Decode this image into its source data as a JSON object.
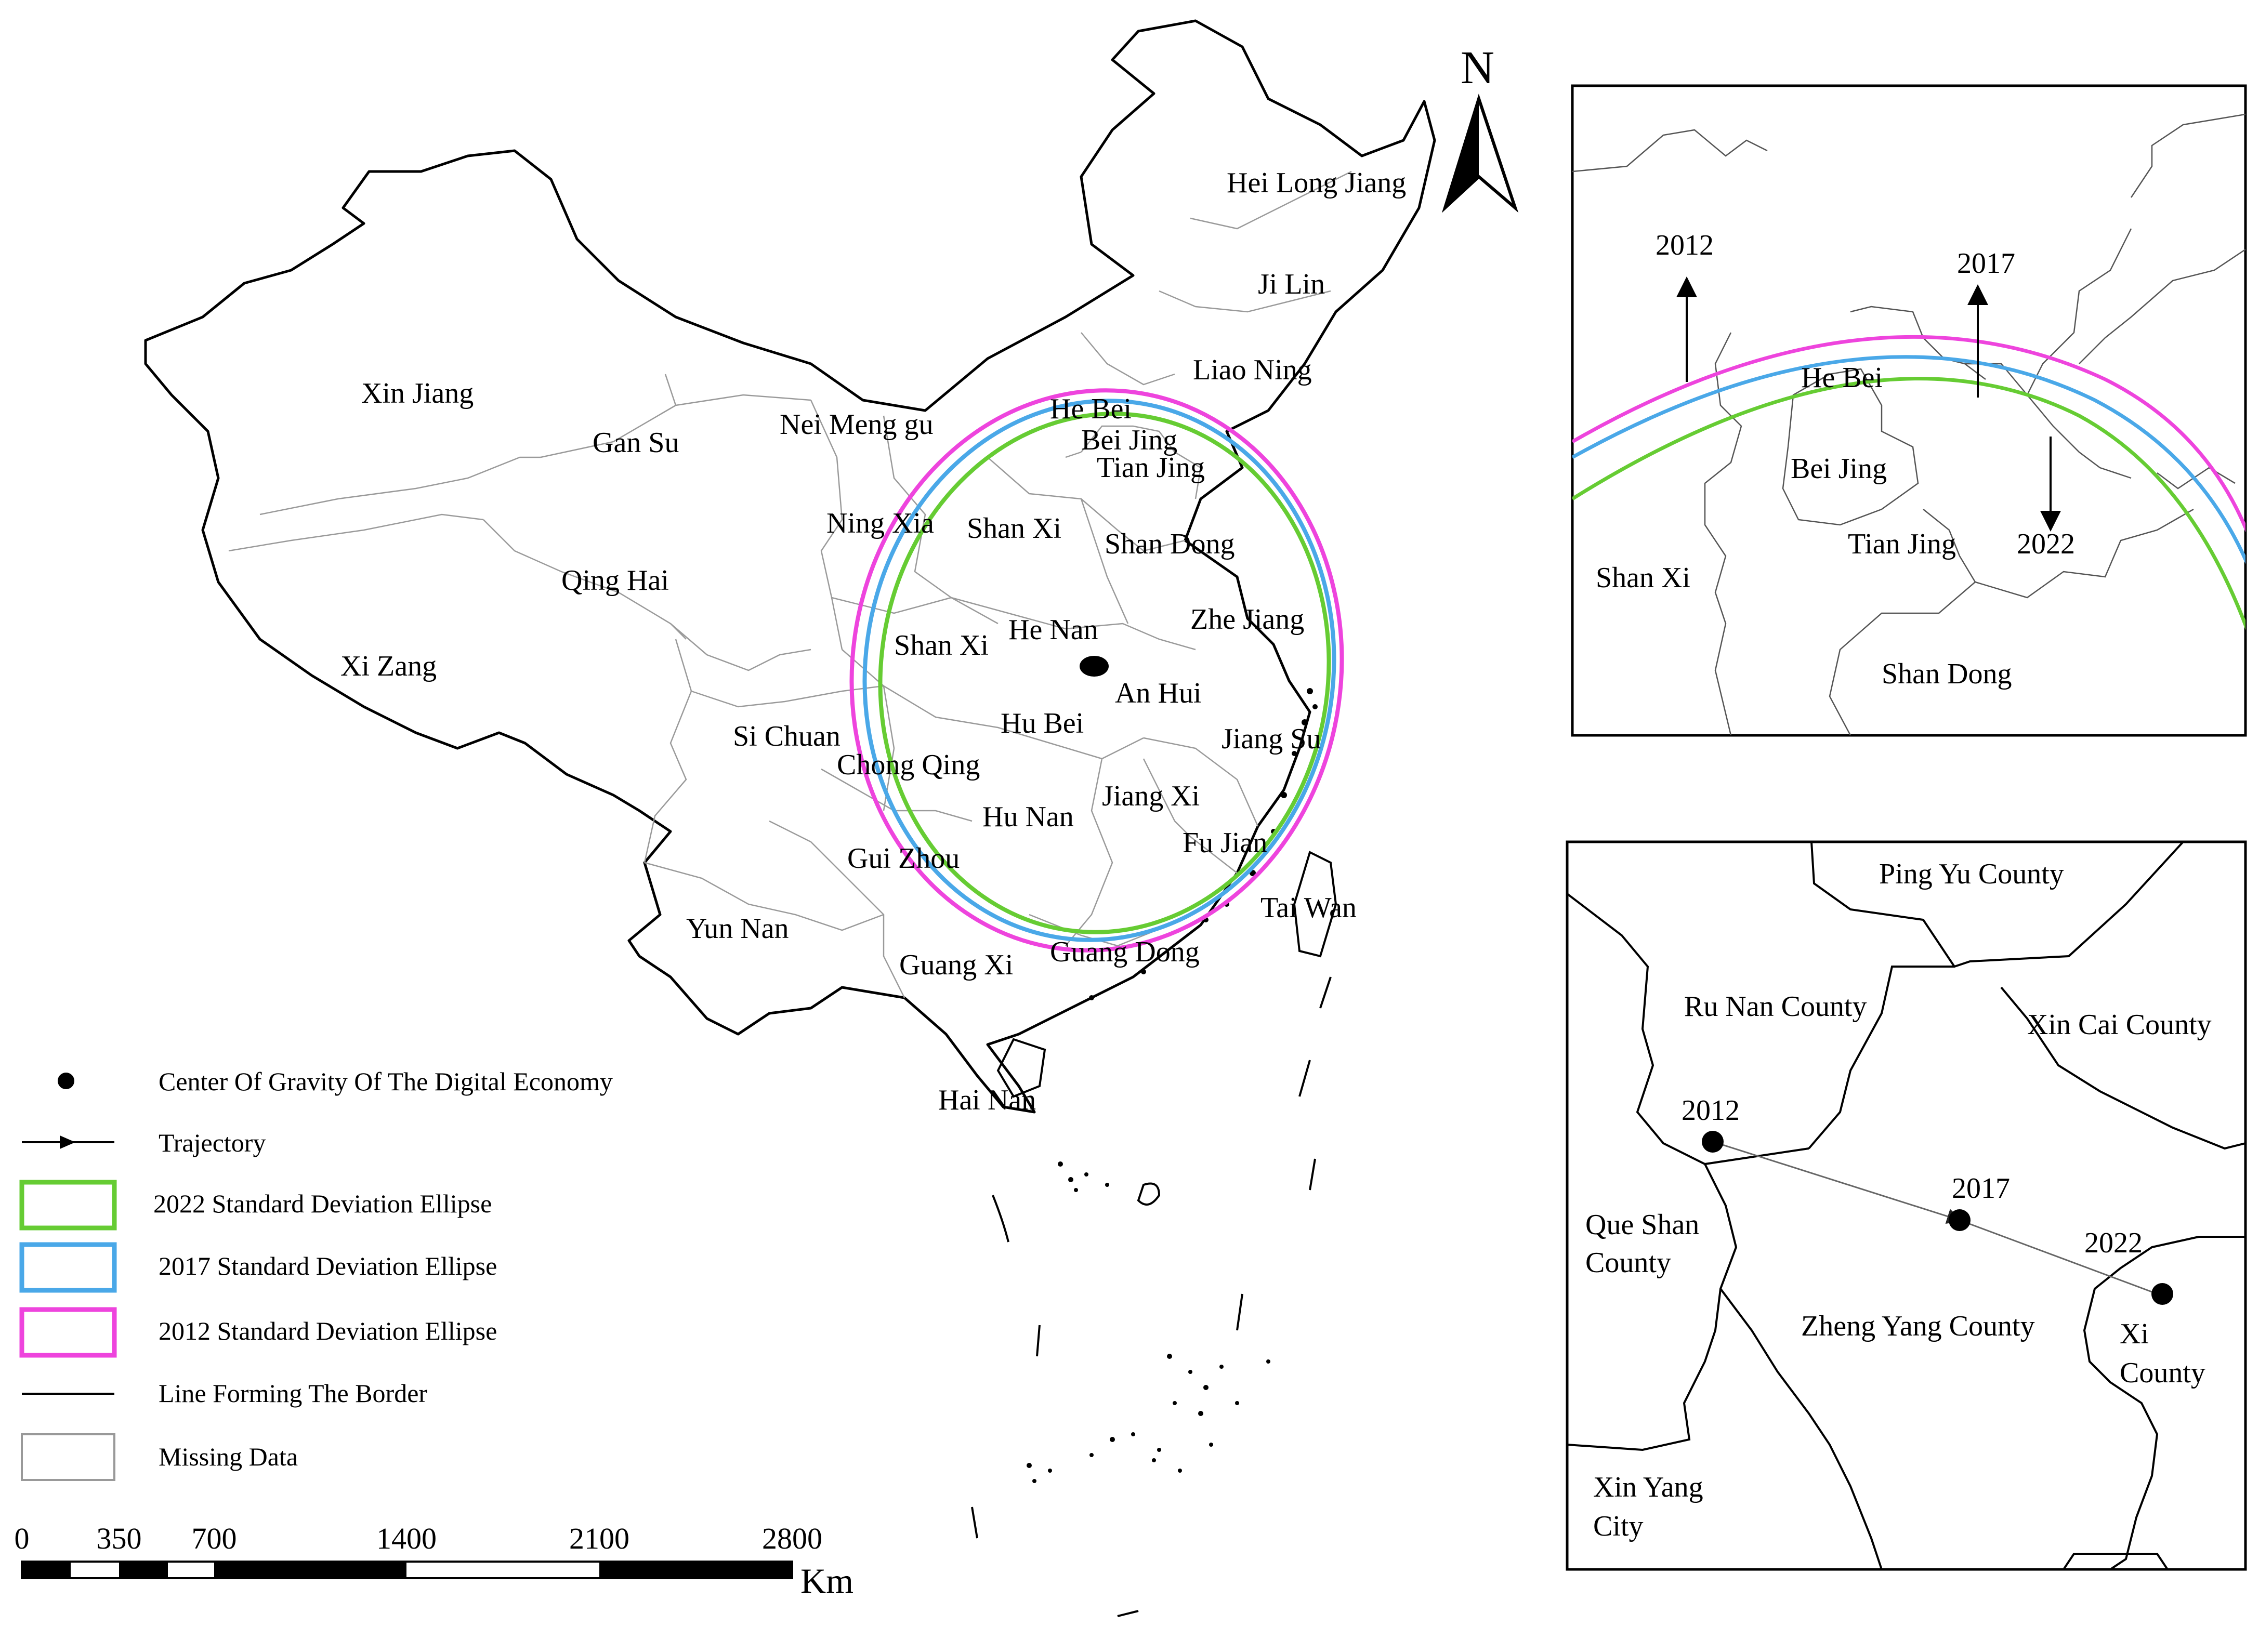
{
  "north_arrow": {
    "letter": "N"
  },
  "provinces": [
    {
      "key": "heilongjiang",
      "name": "Hei Long Jiang"
    },
    {
      "key": "jilin",
      "name": "Ji Lin"
    },
    {
      "key": "liaoning",
      "name": "Liao Ning"
    },
    {
      "key": "xinjiang",
      "name": "Xin Jiang"
    },
    {
      "key": "neimenggu",
      "name": "Nei Meng gu"
    },
    {
      "key": "hebei",
      "name": "He Bei"
    },
    {
      "key": "beijing",
      "name": "Bei Jing"
    },
    {
      "key": "tianjing",
      "name": "Tian Jing"
    },
    {
      "key": "gansu",
      "name": "Gan Su"
    },
    {
      "key": "ningxia",
      "name": "Ning Xia"
    },
    {
      "key": "shanxi_n",
      "name": "Shan Xi"
    },
    {
      "key": "shandong",
      "name": "Shan Dong"
    },
    {
      "key": "qinghai",
      "name": "Qing Hai"
    },
    {
      "key": "henan",
      "name": "He Nan"
    },
    {
      "key": "shanxi_s",
      "name": "Shan Xi"
    },
    {
      "key": "zhejiang",
      "name": "Zhe Jiang"
    },
    {
      "key": "xizang",
      "name": "Xi Zang"
    },
    {
      "key": "anhui",
      "name": "An Hui"
    },
    {
      "key": "hubei",
      "name": "Hu Bei"
    },
    {
      "key": "sichuan",
      "name": "Si Chuan"
    },
    {
      "key": "jiangsu",
      "name": "Jiang Su"
    },
    {
      "key": "chongqing",
      "name": "Chong Qing"
    },
    {
      "key": "jiangxi",
      "name": "Jiang Xi"
    },
    {
      "key": "hunan",
      "name": "Hu Nan"
    },
    {
      "key": "fujian",
      "name": "Fu Jian"
    },
    {
      "key": "guizhou",
      "name": "Gui Zhou"
    },
    {
      "key": "taiwan",
      "name": "Tai Wan"
    },
    {
      "key": "yunnan",
      "name": "Yun Nan"
    },
    {
      "key": "guangxi",
      "name": "Guang Xi"
    },
    {
      "key": "guangdong",
      "name": "Guang Dong"
    },
    {
      "key": "hainan",
      "name": "Hai Nan"
    }
  ],
  "legend": [
    {
      "key": "gravity",
      "label": "Center Of Gravity Of The Digital Economy"
    },
    {
      "key": "trajectory",
      "label": "Trajectory"
    },
    {
      "key": "ellipse2022",
      "label": "2022 Standard Deviation Ellipse",
      "color": "#66cc33"
    },
    {
      "key": "ellipse2017",
      "label": "2017 Standard Deviation Ellipse",
      "color": "#4aa8e8"
    },
    {
      "key": "ellipse2012",
      "label": "2012 Standard Deviation Ellipse",
      "color": "#ee44dd"
    },
    {
      "key": "border",
      "label": "Line Forming The Border"
    },
    {
      "key": "missing",
      "label": "Missing Data"
    }
  ],
  "scale_bar": {
    "ticks": [
      "0",
      "350",
      "700",
      "1400",
      "2100",
      "2800"
    ],
    "unit": "Km"
  },
  "inset_top": {
    "years": [
      "2012",
      "2017",
      "2022"
    ],
    "places": [
      {
        "key": "hebei",
        "name": "He Bei"
      },
      {
        "key": "beijing",
        "name": "Bei Jing"
      },
      {
        "key": "shanxi",
        "name": "Shan Xi"
      },
      {
        "key": "tianjing",
        "name": "Tian Jing"
      },
      {
        "key": "shandong",
        "name": "Shan Dong"
      }
    ]
  },
  "inset_bottom": {
    "counties": [
      {
        "key": "pingyu",
        "name": "Ping Yu County"
      },
      {
        "key": "runan",
        "name": "Ru Nan County"
      },
      {
        "key": "xincai",
        "name": "Xin Cai County"
      },
      {
        "key": "queshan_1",
        "name": "Que Shan"
      },
      {
        "key": "queshan_2",
        "name": "County"
      },
      {
        "key": "zhengyang",
        "name": "Zheng Yang County"
      },
      {
        "key": "xi_1",
        "name": "Xi"
      },
      {
        "key": "xi_2",
        "name": "County"
      },
      {
        "key": "xinyang_1",
        "name": "Xin Yang"
      },
      {
        "key": "xinyang_2",
        "name": "City"
      }
    ],
    "years": [
      "2012",
      "2017",
      "2022"
    ]
  }
}
